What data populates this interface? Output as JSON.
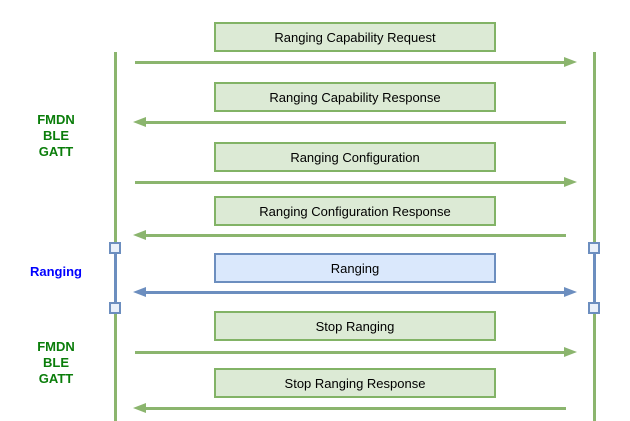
{
  "diagram_type": "sequence-diagram",
  "side_labels": [
    {
      "id": "fmdn-ble-gatt-top",
      "lines": [
        "FMDN",
        "BLE",
        "GATT"
      ],
      "color_role": "green_text"
    },
    {
      "id": "ranging-phase",
      "lines": [
        "Ranging"
      ],
      "color_role": "blue_text"
    },
    {
      "id": "fmdn-ble-gatt-bottom",
      "lines": [
        "FMDN",
        "BLE",
        "GATT"
      ],
      "color_role": "green_text"
    }
  ],
  "messages": [
    {
      "label": "Ranging Capability Request",
      "direction": "right",
      "style": "green"
    },
    {
      "label": "Ranging Capability Response",
      "direction": "left",
      "style": "green"
    },
    {
      "label": "Ranging Configuration",
      "direction": "right",
      "style": "green"
    },
    {
      "label": "Ranging Configuration Response",
      "direction": "left",
      "style": "green"
    },
    {
      "label": "Ranging",
      "direction": "both",
      "style": "blue"
    },
    {
      "label": "Stop Ranging",
      "direction": "right",
      "style": "green"
    },
    {
      "label": "Stop Ranging Response",
      "direction": "left",
      "style": "green"
    }
  ],
  "lifelines": {
    "count": 2,
    "activation_markers": 4,
    "ranging_segment_color_role": "blue_line"
  },
  "colors": {
    "green_fill": "#dcead5",
    "green_border": "#82b366",
    "green_line": "#8bb56e",
    "blue_fill": "#dae8fc",
    "blue_border": "#6c8ebf",
    "blue_line": "#6c8ebf",
    "marker_fill": "#e9f0fa",
    "green_text": "#0a7d0a",
    "blue_text": "#0000ff",
    "box_text": "#000000"
  }
}
